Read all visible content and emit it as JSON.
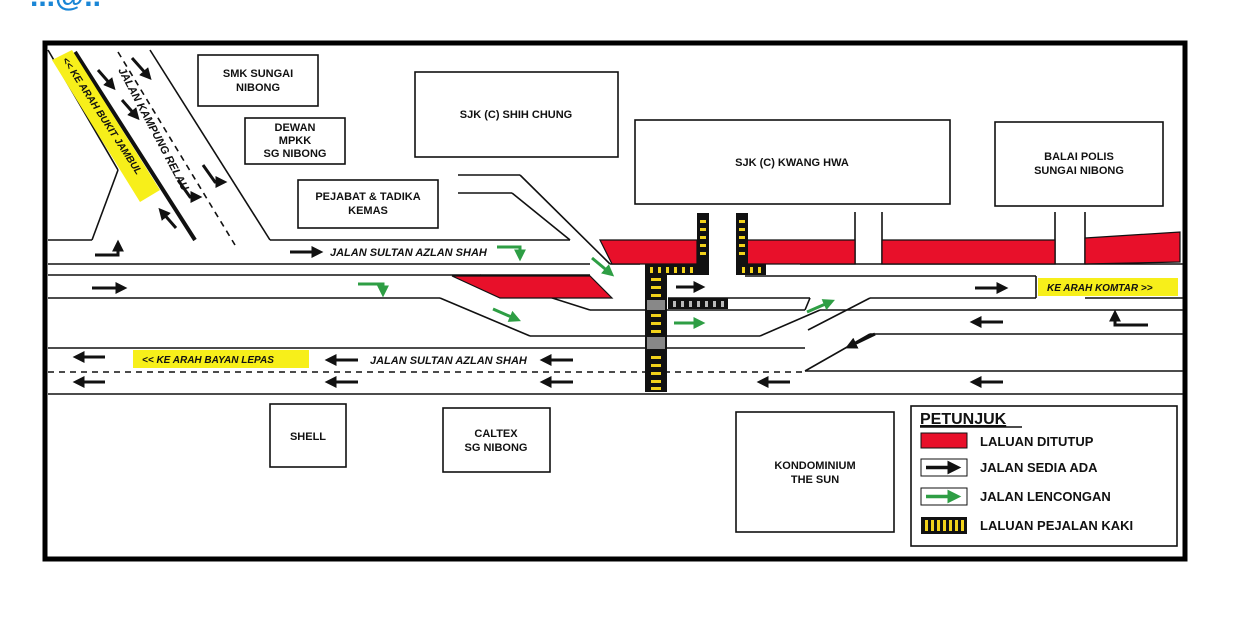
{
  "header_fragment": "...@..",
  "map": {
    "buildings": {
      "smk": [
        "SMK SUNGAI",
        "NIBONG"
      ],
      "dewan": [
        "DEWAN",
        "MPKK",
        "SG NIBONG"
      ],
      "pejabat": [
        "PEJABAT & TADIKA",
        "KEMAS"
      ],
      "shih_chung": [
        "SJK (C) SHIH CHUNG"
      ],
      "kwang_hwa": [
        "SJK (C) KWANG HWA"
      ],
      "balai": [
        "BALAI POLIS",
        "SUNGAI NIBONG"
      ],
      "shell": [
        "SHELL"
      ],
      "caltex": [
        "CALTEX",
        "SG NIBONG"
      ],
      "kondo": [
        "KONDOMINIUM",
        "THE SUN"
      ]
    },
    "roads": {
      "jalan_sultan_upper": "JALAN SULTAN AZLAN SHAH",
      "jalan_sultan_lower": "JALAN SULTAN AZLAN SHAH",
      "jalan_kampung_relau": "JALAN KAMPUNG RELAU"
    },
    "directions": {
      "bukit_jambul": "<< KE ARAH BUKIT JAMBUL",
      "bayan_lepas": "<< KE ARAH BAYAN LEPAS",
      "komtar": "KE ARAH KOMTAR >>"
    },
    "colors": {
      "closed": "#e8102a",
      "existing": "#111111",
      "detour": "#2e9e44",
      "sign": "#f7ef1a",
      "crossing": "#f2d21a"
    }
  },
  "legend": {
    "title": "PETUNJUK",
    "items": [
      {
        "label": "LALUAN DITUTUP",
        "swatch": "red-box"
      },
      {
        "label": "JALAN SEDIA ADA",
        "swatch": "black-arrow-icon"
      },
      {
        "label": "JALAN LENCONGAN",
        "swatch": "green-arrow-icon"
      },
      {
        "label": "LALUAN PEJALAN KAKI",
        "swatch": "crosswalk-icon"
      }
    ]
  }
}
